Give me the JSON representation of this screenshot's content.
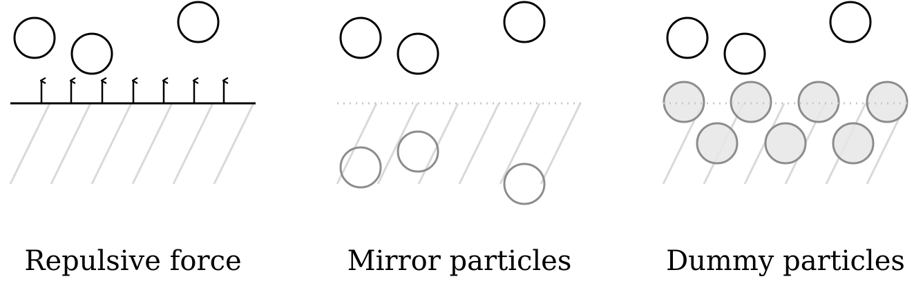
{
  "panels": [
    {
      "id": "repulsive",
      "caption": "Repulsive force"
    },
    {
      "id": "mirror",
      "caption": "Mirror particles"
    },
    {
      "id": "dummy",
      "caption": "Dummy particles"
    }
  ],
  "colors": {
    "fluid_particle": "#000000",
    "wall_hatch": "#d9d9d9",
    "ghost_particle_stroke": "#8c8c8c",
    "dummy_particle_fill": "#e6e6e6",
    "boundary_dotted": "#c8c8c8"
  }
}
